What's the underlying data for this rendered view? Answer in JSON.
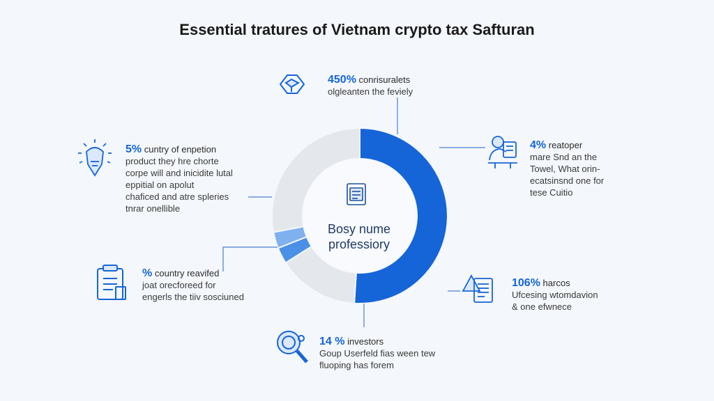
{
  "title": "Essential tratures of Vietnam crypto tax Safturan",
  "center": {
    "line1": "Bosy nume",
    "line2": "professiory"
  },
  "colors": {
    "blue": "#1565d8",
    "light_blue": "#4a90e6",
    "grey": "#e4e7ec",
    "text_blue": "#1565d8"
  },
  "chart_data": {
    "type": "pie",
    "slices": [
      {
        "label": "blue",
        "value": 51,
        "color": "#1565d8"
      },
      {
        "label": "grey-bottom",
        "value": 15,
        "color": "#e4e7ec"
      },
      {
        "label": "light-blue-1",
        "value": 3,
        "color": "#4a90e6"
      },
      {
        "label": "light-blue-2",
        "value": 3,
        "color": "#7fb1ef"
      },
      {
        "label": "grey-top",
        "value": 28,
        "color": "#e4e7ec"
      }
    ]
  },
  "callouts": [
    {
      "id": "top",
      "value": "450%",
      "head": "conrisuralets",
      "lines": [
        "olgleanten the feviely"
      ],
      "icon": "cube-icon"
    },
    {
      "id": "left-top",
      "value": "5%",
      "head": "cuntry of enpetion",
      "lines": [
        "product they hre chorte",
        "corpe will and inicidite lutal",
        "eppitial on apolut",
        "chaficed and atre spleries",
        "tnrar onellible"
      ],
      "icon": "lightbulb-shield-icon"
    },
    {
      "id": "left-bottom",
      "value": "%",
      "head": "country reavifed",
      "lines": [
        "joat orecforeed for",
        "engerls the tiiv sosciuned"
      ],
      "icon": "clipboard-icon"
    },
    {
      "id": "right-top",
      "value": "4%",
      "head": "reatoper",
      "lines": [
        "mare Snd an the",
        "Towel, What orin-",
        "ecatsinsnd one for",
        "tese Cuitio"
      ],
      "icon": "person-desk-icon"
    },
    {
      "id": "right-bottom",
      "value": "106%",
      "head": "harcos",
      "lines": [
        "Ufcesing wtomdavion",
        "& one efwnece"
      ],
      "icon": "document-chart-icon"
    },
    {
      "id": "bottom",
      "value": "14 %",
      "head": "investors",
      "lines": [
        "Goup Userfeld fias ween tew",
        "fluoping has forem"
      ],
      "icon": "magnifier-icon"
    }
  ]
}
